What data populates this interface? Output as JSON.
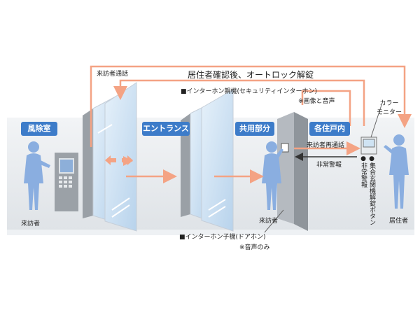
{
  "zones": {
    "vestibule": "風除室",
    "entrance": "エントランス",
    "common_area": "共用部分",
    "dwelling": "各住戸内"
  },
  "labels": {
    "visitor_call": "来訪者通話",
    "unlock_flow": "居住者確認後、オートロック解錠",
    "master_unit": "■インターホン親機(セキュリティインターホン)",
    "master_unit_note": "※画像と音声",
    "color_monitor_line1": "カラー",
    "color_monitor_line2": "モニター",
    "revisit_call": "来訪者再通話",
    "emergency_alarm": "非常警報",
    "sub_unit": "■インターホン子機(ドアホン)",
    "sub_unit_note": "※音声のみ",
    "button_unlock": "●集合玄関機解錠ボタン",
    "button_alarm": "●非常警報",
    "visitor_left": "来訪者",
    "visitor_right": "来訪者",
    "resident": "居住者"
  },
  "colors": {
    "accent_blue": "#3d7cc9",
    "arrow_orange": "#f4a384",
    "figure_blue": "#8aaee0",
    "glass_blue": "#cfe3f3",
    "wall_gray": "#e9ecef"
  }
}
